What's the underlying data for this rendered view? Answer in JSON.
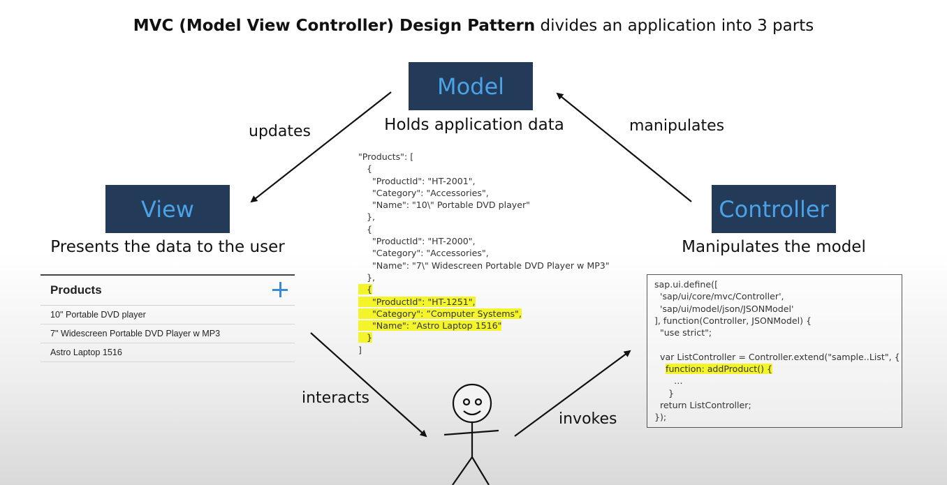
{
  "title": {
    "bold": "MVC (Model View Controller) Design Pattern",
    "rest": " divides an application into 3 parts"
  },
  "model": {
    "label": "Model",
    "caption": "Holds application data"
  },
  "view": {
    "label": "View",
    "caption": "Presents the data to the user"
  },
  "controller": {
    "label": "Controller",
    "caption": "Manipulates the model"
  },
  "edges": {
    "updates": "updates",
    "manipulates": "manipulates",
    "interacts": "interacts",
    "invokes": "invokes"
  },
  "json_code": {
    "line_0": "\"Products\": [",
    "line_1": "   {",
    "line_2": "     \"ProductId\": \"HT-2001\",",
    "line_3": "     \"Category\": \"Accessories\",",
    "line_4": "     \"Name\": \"10\\\" Portable DVD player\"",
    "line_5": "   },",
    "line_6": "   {",
    "line_7": "     \"ProductId\": \"HT-2000\",",
    "line_8": "     \"Category\": \"Accessories\",",
    "line_9": "     \"Name\": \"7\\\" Widescreen Portable DVD Player w MP3\"",
    "line_10": "   },",
    "line_11": "   {",
    "line_12": "     \"ProductId\": \"HT-1251\",",
    "line_13": "     \"Category\": ”Computer Systems\",",
    "line_14": "     \"Name\": ”Astro Laptop 1516\"",
    "line_15": "   }",
    "line_16": "]"
  },
  "products": {
    "title": "Products",
    "items": [
      "10\" Portable DVD player",
      "7\" Widescreen Portable DVD Player w MP3",
      "Astro Laptop 1516"
    ]
  },
  "controller_code": {
    "line_0": "sap.ui.define([",
    "line_1": "  'sap/ui/core/mvc/Controller',",
    "line_2": "  'sap/ui/model/json/JSONModel'",
    "line_3": "], function(Controller, JSONModel) {",
    "line_4": "  \"use strict\";",
    "line_5": "",
    "line_6": "  var ListController = Controller.extend(\"sample..List\", {",
    "line_7_indent": "    ",
    "line_7": "function: addProduct() {",
    "line_8": "       …",
    "line_9": "     }",
    "line_10": "  return ListController;",
    "line_11": "});"
  },
  "colors": {
    "box_bg": "#243a59",
    "box_text": "#4aa3e6",
    "highlight": "#f4f42a",
    "plus": "#3b8ad6"
  }
}
